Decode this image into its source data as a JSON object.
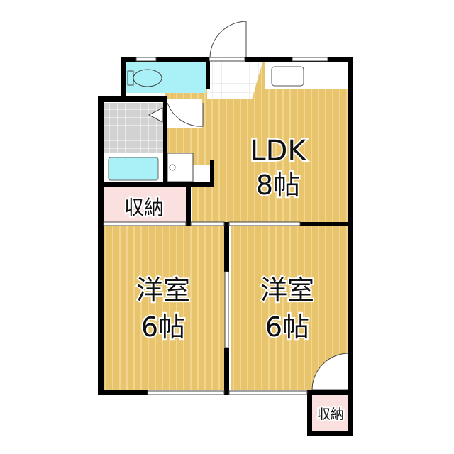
{
  "rooms": {
    "ldk": {
      "name": "LDK",
      "size": "8帖"
    },
    "western_left": {
      "name": "洋室",
      "size": "6帖"
    },
    "western_right": {
      "name": "洋室",
      "size": "6帖"
    },
    "storage_main": {
      "name": "収納"
    },
    "storage_small": {
      "name": "収納"
    }
  },
  "colors": {
    "floor": "#e8c46c",
    "floor_stripe": "#f6e3a8",
    "toilet_bath": "#a9f1f6",
    "storage": "#fbe0e0",
    "tile": "#d4d4d4",
    "wall": "#000000"
  }
}
